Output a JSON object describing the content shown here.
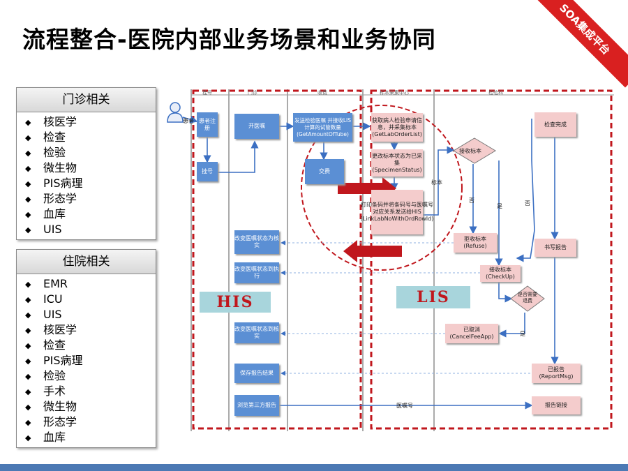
{
  "title": "流程整合-医院内部业务场景和业务协同",
  "ribbon": "SOA集成平台",
  "outpatient": {
    "header": "门诊相关",
    "items": [
      "核医学",
      "检查",
      "检验",
      "微生物",
      "PIS病理",
      "形态学",
      "血库",
      "UIS"
    ]
  },
  "inpatient": {
    "header": "住院相关",
    "items": [
      "EMR",
      "ICU",
      "UIS",
      "核医学",
      "检查",
      "PIS病理",
      "检验",
      "手术",
      "微生物",
      "形态学",
      "血库"
    ]
  },
  "bullet": "◆",
  "colors": {
    "accent_red": "#c0171d",
    "box_blue": "#5b8fd4",
    "box_pink": "#f4cccc",
    "bar_blue": "#4c79b4"
  },
  "diagram": {
    "lanes": [
      "挂号",
      "门诊",
      "收费",
      "标本采集中心",
      "检验科"
    ],
    "actor_label": "患者",
    "systems": {
      "his": "HIS",
      "lis": "LIS"
    },
    "boxes": {
      "register_patient": "患者注册",
      "registration": "挂号",
      "open_order": "开医嘱",
      "send_order": "发送检验医嘱 并接收LIS计算的试管数量 (GetAmountOfTube)",
      "payment": "交费",
      "get_request": "获取病人检验申请信息，并采集标本 (GetLabOrderList)",
      "update_status": "更改标本状态为已采集 (SpecimenStatus)",
      "print_barcode": "打印条码并将条码号与医嘱号对应关系发送给HIS (LinkLabNoWithOrdRowId)",
      "receive_specimen": "接收标本",
      "reject_specimen": "拒收标本 (Refuse)",
      "checkup": "接收标本 (CheckUp)",
      "need_refund": "是否需要退费",
      "cancelled": "已取消 (CancelFeeApp)",
      "exam_done": "检查完成",
      "write_report": "书写报告",
      "reported": "已报告 (ReportMsg)",
      "report_link": "报告链接",
      "change_verify": "改变医嘱状态为核实",
      "change_execute": "改变医嘱状态到执行",
      "change_verify2": "改变医嘱状态到核实",
      "save_report": "保存报告结果",
      "view_third_party": "浏览第三方报告"
    },
    "labels": {
      "specimen": "标本",
      "no": "否",
      "yes": "是",
      "no2": "否",
      "yes2": "是",
      "order_no": "医嘱号"
    }
  }
}
